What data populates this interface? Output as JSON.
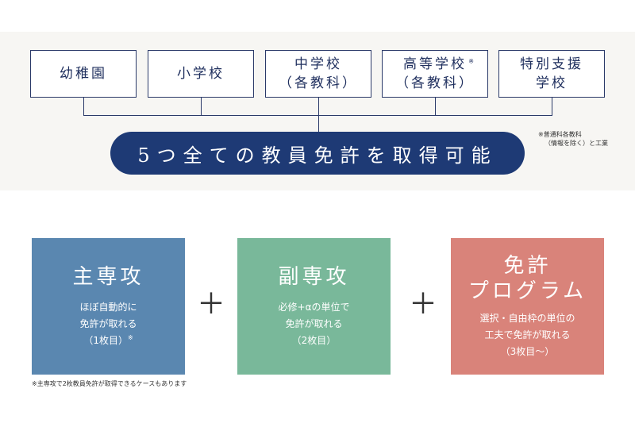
{
  "schools": [
    {
      "lines": [
        "幼稚園"
      ],
      "mark": ""
    },
    {
      "lines": [
        "小学校"
      ],
      "mark": ""
    },
    {
      "lines": [
        "中学校",
        "（各教科）"
      ],
      "mark": ""
    },
    {
      "lines": [
        "高等学校",
        "（各教科）"
      ],
      "mark": "※"
    },
    {
      "lines": [
        "特別支援",
        "学校"
      ],
      "mark": ""
    }
  ],
  "main_label": "5つ全ての教員免許を取得可能",
  "main_note": [
    "※普通科各教科",
    "（情報を除く）と工業"
  ],
  "cards": [
    {
      "title": [
        "主専攻"
      ],
      "desc": [
        "ほぼ自動的に",
        "免許が取れる",
        "（1枚目）"
      ],
      "mark": "※",
      "color": "#5a87b0"
    },
    {
      "title": [
        "副専攻"
      ],
      "desc": [
        "必修+αの単位で",
        "免許が取れる",
        "（2枚目）"
      ],
      "mark": "",
      "color": "#79b89a"
    },
    {
      "title": [
        "免許",
        "プログラム"
      ],
      "desc": [
        "選択・自由枠の単位の",
        "工夫で免許が取れる",
        "（3枚目〜）"
      ],
      "mark": "",
      "color": "#d9837a"
    }
  ],
  "plus": "＋",
  "footnote": "※主専攻で2枚教員免許が取得できるケースもあります"
}
